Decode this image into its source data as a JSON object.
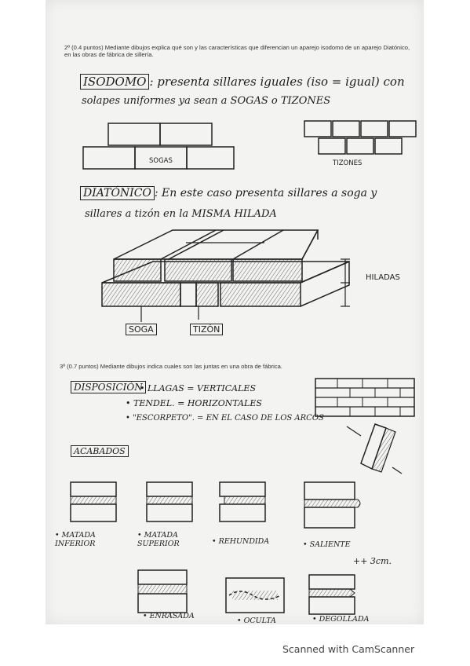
{
  "q2": {
    "heading": "2º (0.4 puntos) Mediante dibujos explica qué son y las características que diferencian un aparejo isodomo de un aparejo Diatónico, en las obras de fábrica de sillería.",
    "isodomo_label": "ISODOMO",
    "isodomo_line1": ": presenta sillares iguales (iso = igual) con",
    "isodomo_line2": "solapes uniformes ya sean a SOGAS o TIZONES",
    "sogas_label": "SOGAS",
    "tizones_label": "TIZONES",
    "diatonico_label": "DIATÓNICO",
    "diatonico_line1": ": En este caso presenta sillares a soga y",
    "diatonico_line2": "sillares a tizón en la MISMA HILADA",
    "hiladas_label": "HILADAS",
    "soga_label": "SOGA",
    "tizon_label": "TIZÓN"
  },
  "q3": {
    "heading": "3º (0.7 puntos) Mediante dibujos indica cuales son las juntas en una obra de fábrica.",
    "disposicion_label": "DISPOSICIÓN",
    "item1": "• LLAGAS = VERTICALES",
    "item2": "• TENDEL. = HORIZONTALES",
    "item3": "• \"ESCORPETO\". = EN EL CASO DE LOS ARCOS",
    "acabados_label": "ACABADOS",
    "finishes": [
      "• MATADA INFERIOR",
      "• MATADA SUPERIOR",
      "• REHUNDIDA",
      "• SALIENTE",
      "• ENRASADA",
      "• OCULTA",
      "• DEGOLLADA"
    ],
    "note": "++ 3cm."
  },
  "footer": {
    "scanner": "Scanned with CamScanner"
  }
}
